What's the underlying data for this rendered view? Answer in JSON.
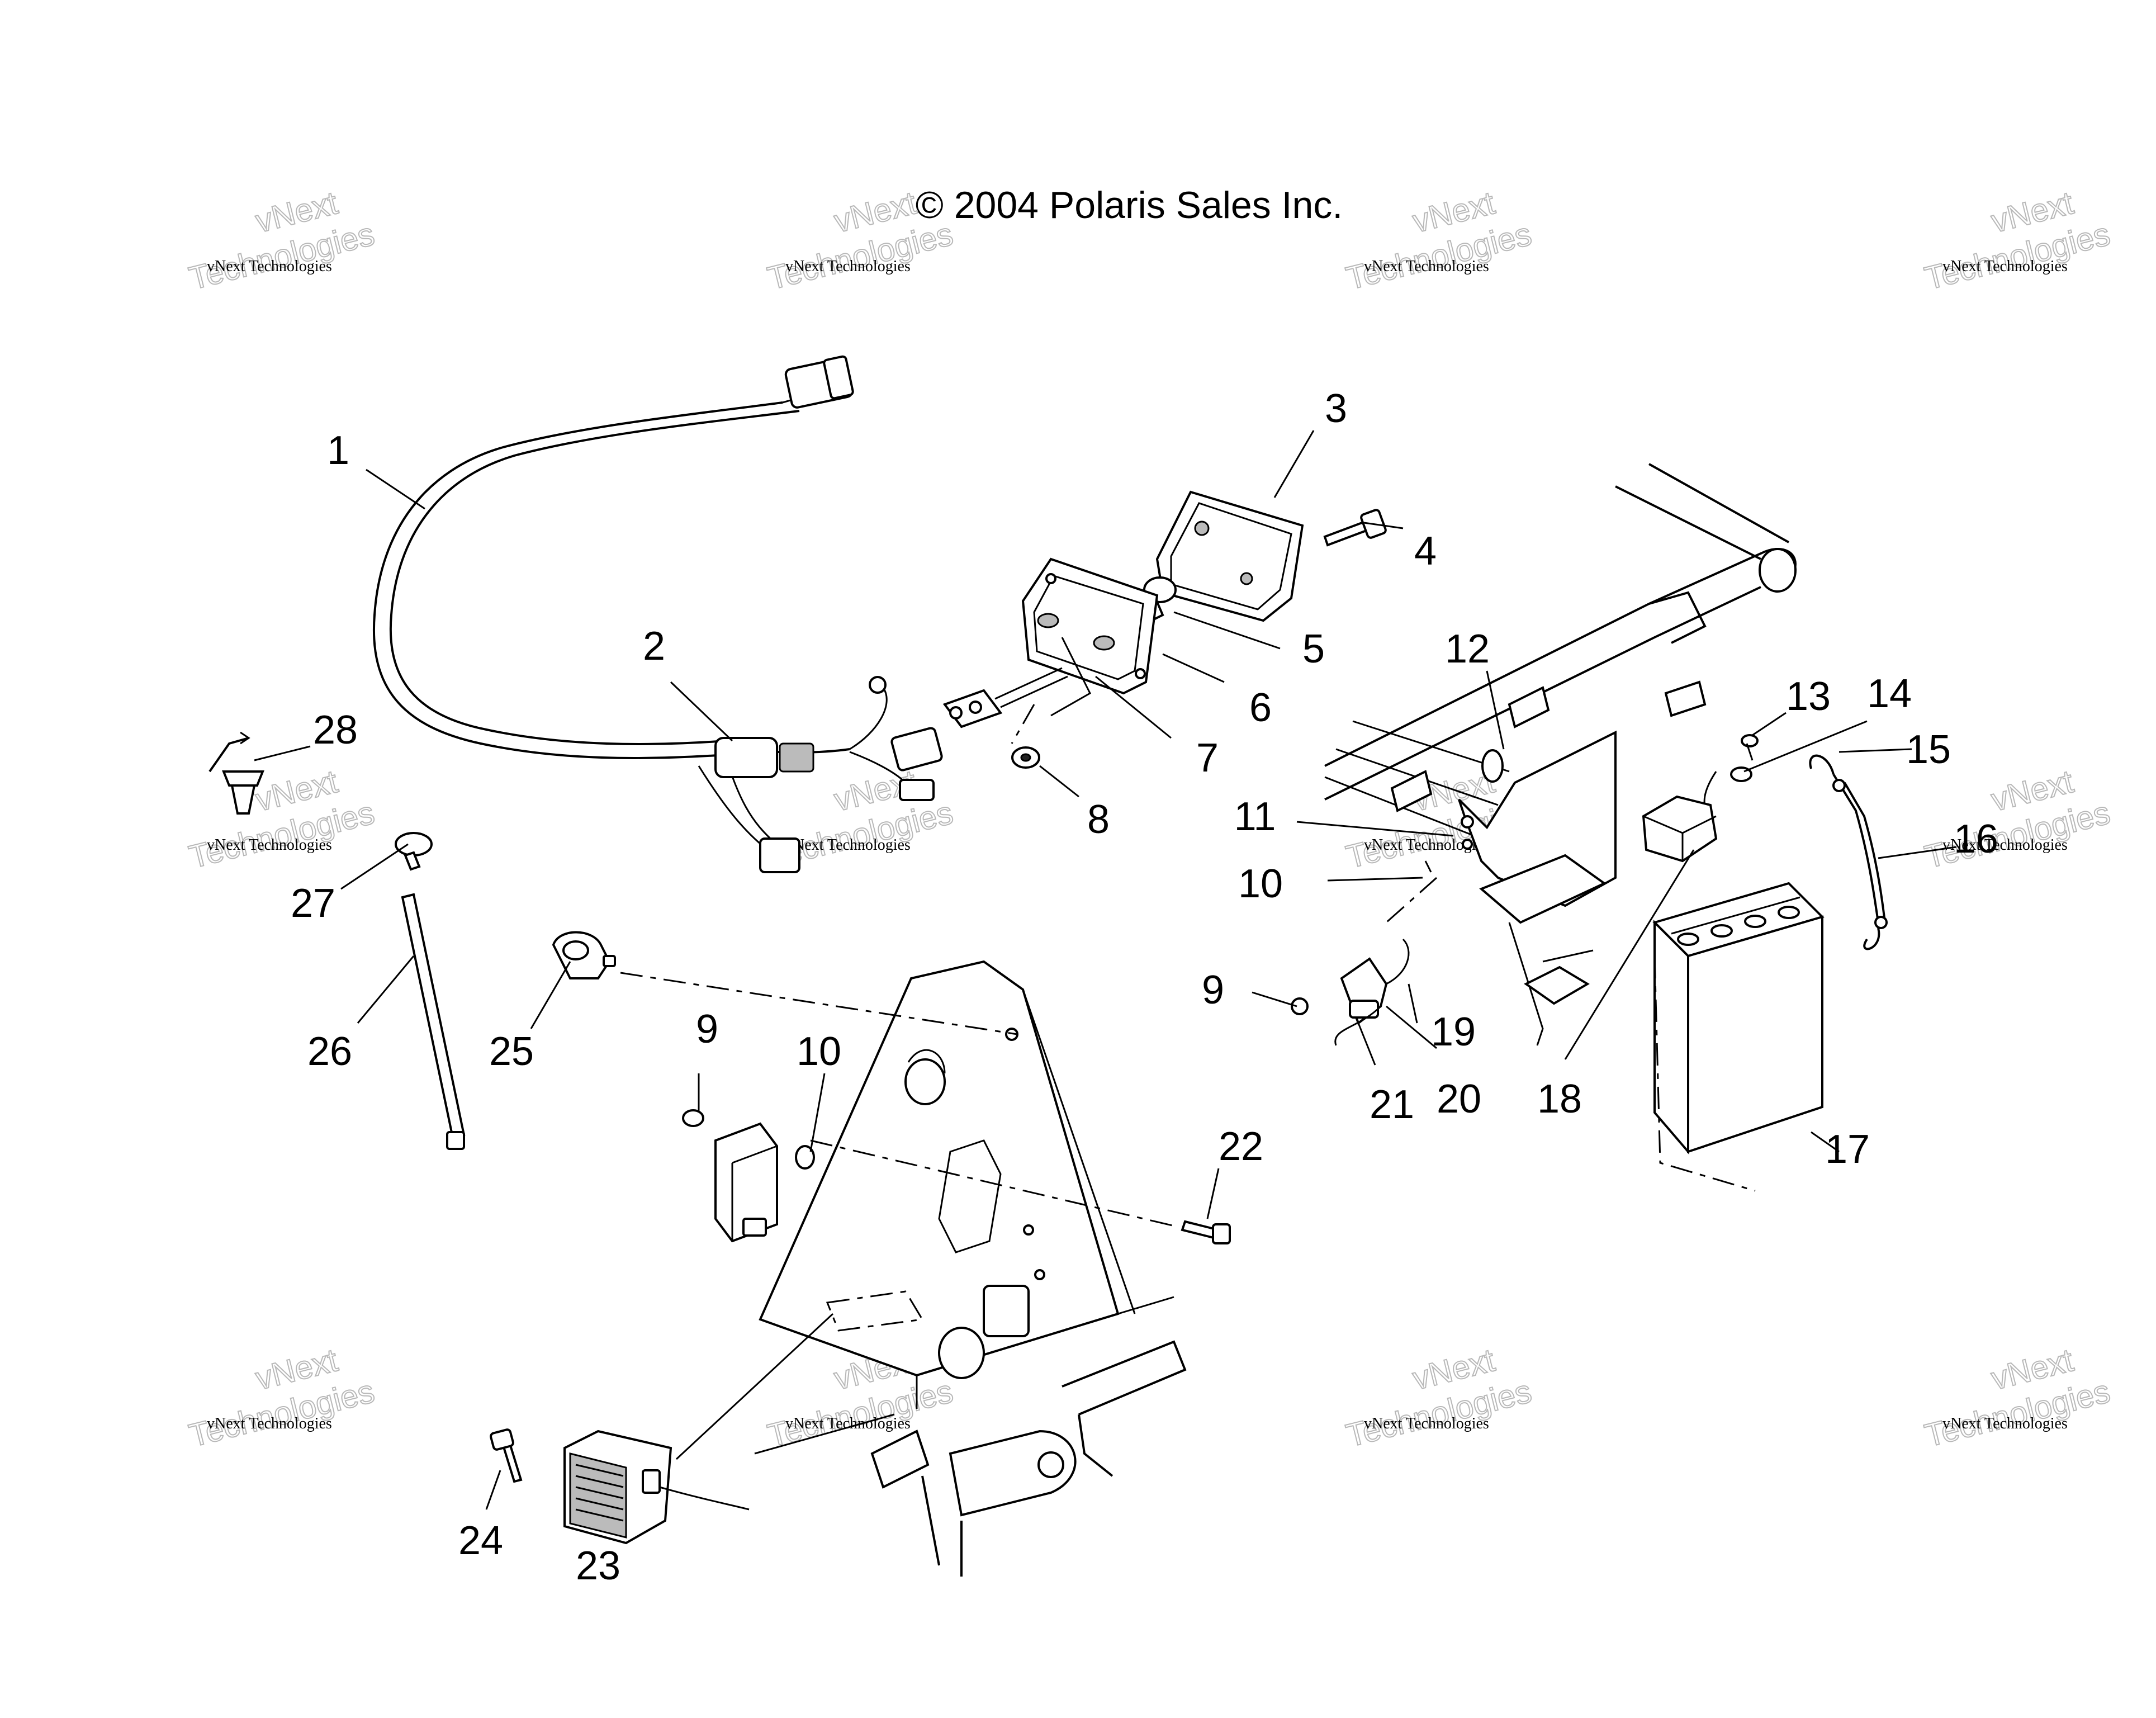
{
  "copyright": "© 2004 Polaris Sales Inc.",
  "watermark": {
    "line1": "vNext",
    "line2": "vNext Technologies",
    "line3": "Technologies"
  },
  "callouts": [
    "1",
    "2",
    "3",
    "4",
    "5",
    "6",
    "7",
    "8",
    "9",
    "10",
    "11",
    "12",
    "13",
    "14",
    "15",
    "16",
    "17",
    "18",
    "19",
    "20",
    "21",
    "22",
    "23",
    "24",
    "25",
    "26",
    "27",
    "28"
  ],
  "extra_callouts": {
    "nine_b": "9",
    "ten_b": "10"
  }
}
